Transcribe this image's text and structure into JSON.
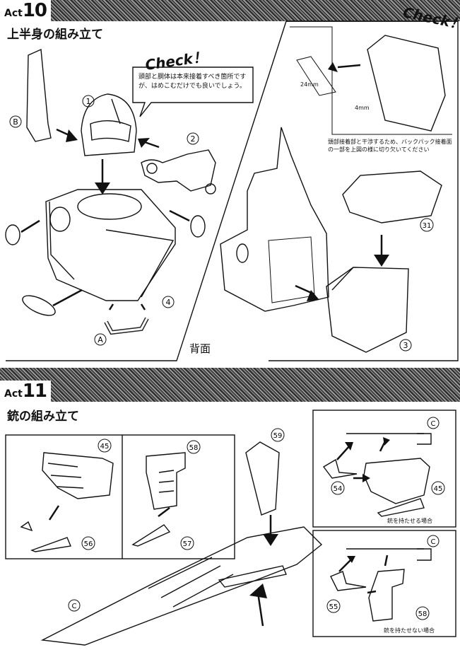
{
  "act10": {
    "act_word": "Act",
    "act_number": "10",
    "title": "上半身の組み立て",
    "check_main": "Check！",
    "check_note": "頭部と胴体は本来接着すべき箇所ですが、はめこむだけでも良いでしょう。",
    "check_side": "Check！",
    "cut_note": "頭部接着部と干渉するため、バックパック接着面の一部を上図の様に切り欠いてください",
    "dim_24": "24mm",
    "dim_4": "4mm",
    "back_label": "背面",
    "parts": [
      "①",
      "②",
      "③",
      "④",
      "㉛",
      "Ⓐ",
      "Ⓑ"
    ]
  },
  "act11": {
    "act_word": "Act",
    "act_number": "11",
    "title": "銃の組み立て",
    "parts": [
      "㊺",
      "56",
      "58",
      "57",
      "59",
      "Ⓒ",
      "Ⓒ",
      "54",
      "㊺",
      "Ⓒ",
      "55",
      "58"
    ],
    "hold_gun": "銃を持たせる場合",
    "no_hold_gun": "銃を持たせない場合"
  }
}
